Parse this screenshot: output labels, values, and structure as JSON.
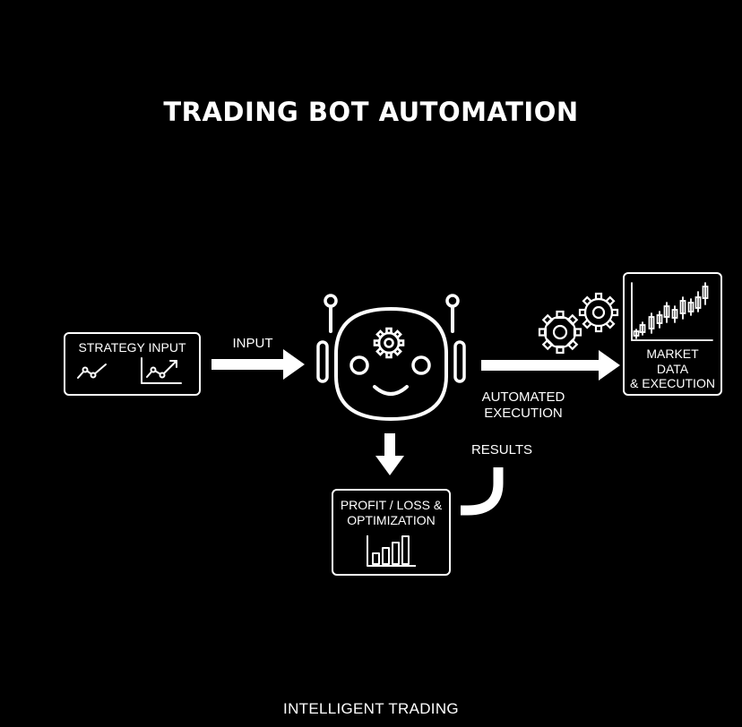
{
  "title": "TRADING BOT AUTOMATION",
  "footer": "INTELLIGENT TRADING",
  "nodes": {
    "strategy": {
      "label": "STRATEGY INPUT",
      "icon": "line-chart-icon"
    },
    "bot": {
      "icon": "robot-icon"
    },
    "market": {
      "line1": "MARKET",
      "line2": "DATA",
      "line3": "& EXECUTION",
      "icon": "candlestick-chart-icon"
    },
    "profit": {
      "line1": "PROFIT / LOSS &",
      "line2": "OPTIMIZATION",
      "icon": "bar-chart-icon"
    }
  },
  "edges": {
    "input": "INPUT",
    "automated_line1": "AUTOMATED",
    "automated_line2": "EXECUTION",
    "results": "RESULTS"
  },
  "colors": {
    "background": "#000000",
    "foreground": "#ffffff"
  }
}
